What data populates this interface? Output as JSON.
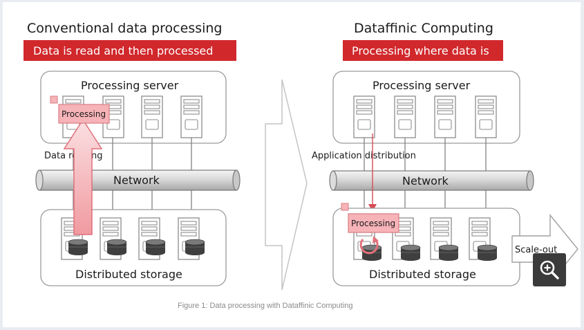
{
  "left": {
    "title": "Conventional data processing",
    "banner": "Data is read and then processed",
    "server_label": "Processing server",
    "processing_tag": "Processing",
    "arrow_label": "Data reading",
    "network_label": "Network",
    "storage_label": "Distributed storage"
  },
  "right": {
    "title": "Dataffinic Computing",
    "banner": "Processing where data is",
    "server_label": "Processing server",
    "arrow_label": "Application distribution",
    "network_label": "Network",
    "processing_tag": "Processing",
    "storage_label": "Distributed storage",
    "scale_label": "Scale-out"
  },
  "caption": "Figure 1: Data processing with Dataffinic Computing",
  "icons": {
    "zoom": "zoom-in-icon"
  },
  "colors": {
    "banner_red": "#d1282c",
    "processing_pink": "#f6b3b8",
    "arrow_pink": "#f2a7ab",
    "storage_dark": "#3f3f3f",
    "zoom_bg": "#3b3b3b"
  }
}
